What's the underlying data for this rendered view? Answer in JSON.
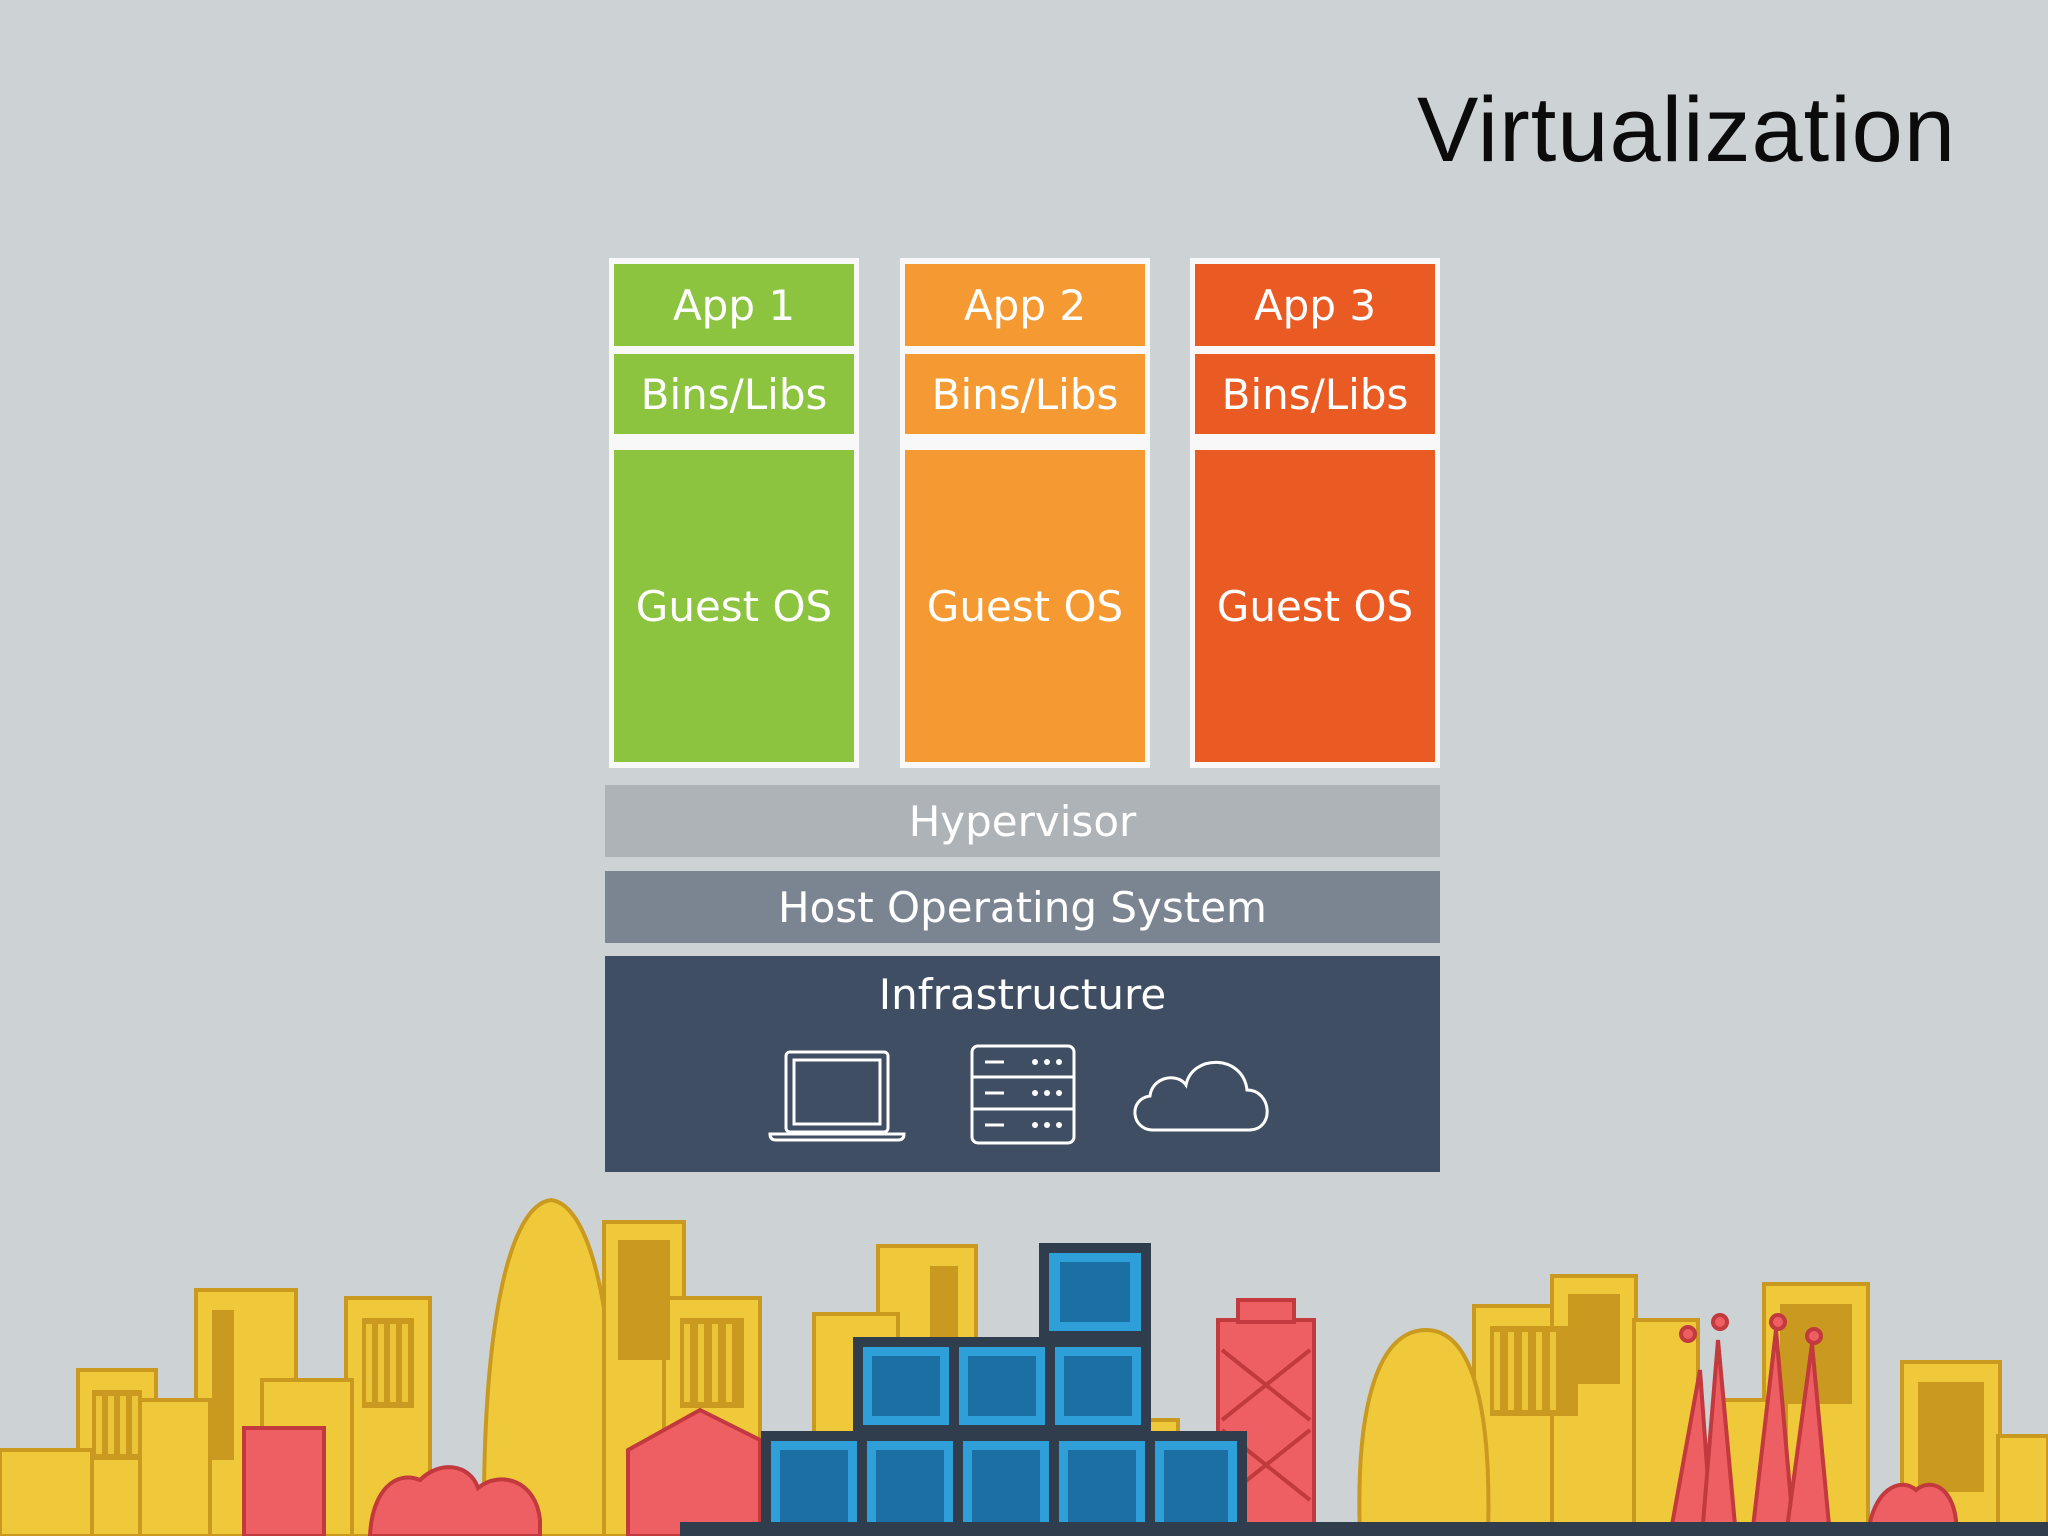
{
  "slide": {
    "title": "Virtualization"
  },
  "vms": [
    {
      "app": "App 1",
      "libs": "Bins/Libs",
      "os": "Guest OS",
      "color": "#8cc43f"
    },
    {
      "app": "App 2",
      "libs": "Bins/Libs",
      "os": "Guest OS",
      "color": "#f59a32"
    },
    {
      "app": "App 3",
      "libs": "Bins/Libs",
      "os": "Guest OS",
      "color": "#ea5b24"
    }
  ],
  "layers": {
    "hypervisor": "Hypervisor",
    "host_os": "Host Operating System",
    "infrastructure": "Infrastructure"
  },
  "infrastructure_icons": [
    "laptop-icon",
    "server-icon",
    "cloud-icon"
  ],
  "colors": {
    "background": "#cdd2d5",
    "hypervisor": "#aeb3b8",
    "host_os": "#7b8592",
    "infrastructure": "#3f4e62",
    "skyline_yellow": "#efc93a",
    "skyline_red": "#ee5f63",
    "skyline_blue": "#2e9fd9"
  }
}
